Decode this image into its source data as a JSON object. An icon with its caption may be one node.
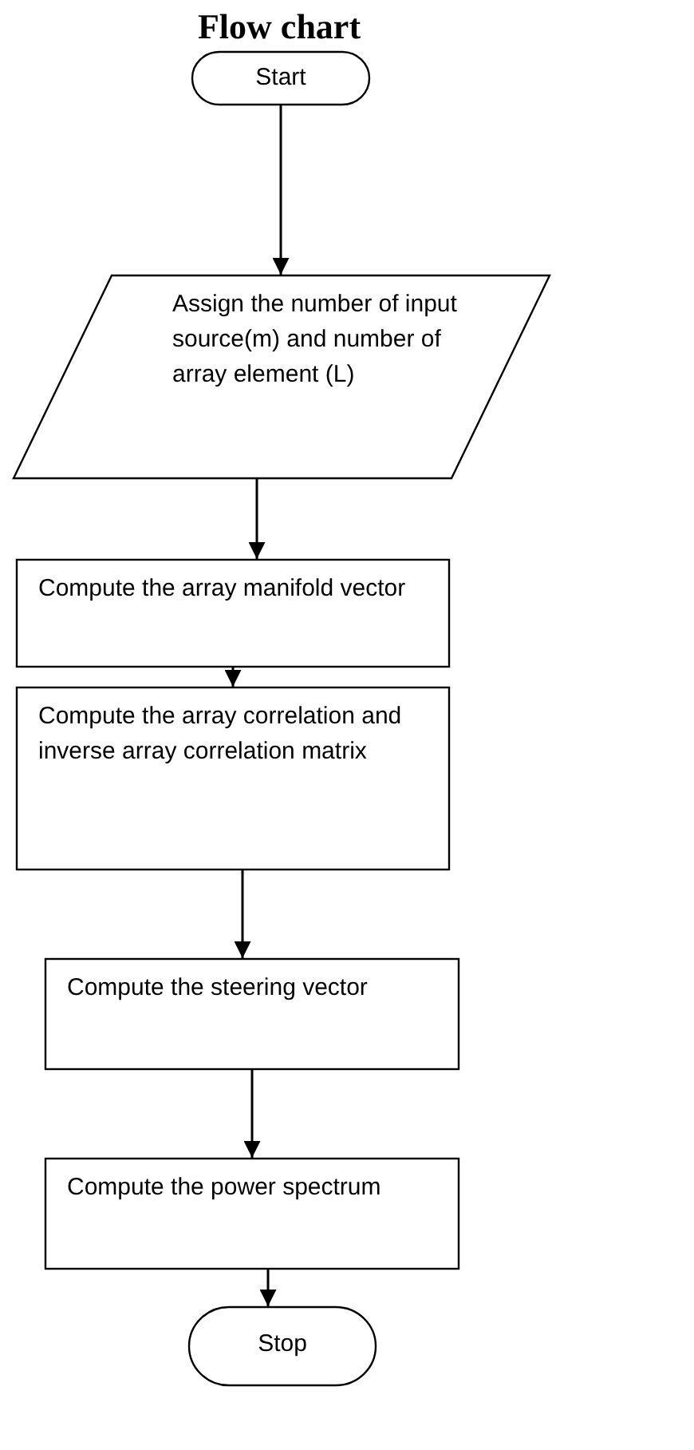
{
  "diagram": {
    "title": "Flow chart",
    "nodes": [
      {
        "text": [
          "Start"
        ]
      },
      {
        "text": [
          "Assign the number of input source(m) and number of array element (L)"
        ]
      },
      {
        "text": [
          "Compute the array manifold vector"
        ]
      },
      {
        "text": [
          "Compute the array correlation and inverse array correlation matrix"
        ]
      },
      {
        "text": [
          "Compute the steering vector"
        ]
      },
      {
        "text": [
          "Compute the power spectrum"
        ]
      },
      {
        "text": [
          "Stop"
        ]
      }
    ],
    "edges": [
      {
        "from": 0,
        "to": 1,
        "arrow": "to"
      },
      {
        "from": 1,
        "to": 2,
        "arrow": "to"
      },
      {
        "from": 2,
        "to": 3,
        "arrow": "to"
      },
      {
        "from": 3,
        "to": 4,
        "arrow": "to"
      },
      {
        "from": 4,
        "to": 5,
        "arrow": "to"
      },
      {
        "from": 5,
        "to": 6,
        "arrow": "to"
      }
    ]
  }
}
